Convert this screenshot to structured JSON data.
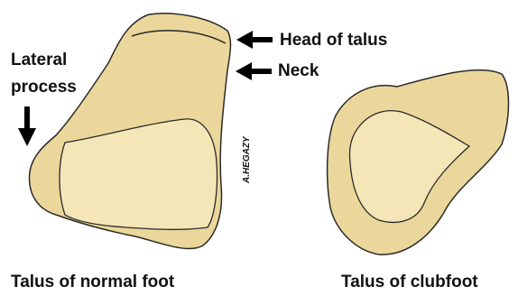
{
  "colors": {
    "bone_fill": "#ebd79b",
    "bone_inner": "#f5e6b8",
    "outline": "#2a2a2a",
    "arrow": "#000000",
    "text": "#111111"
  },
  "labels": {
    "head_of_talus": "Head of talus",
    "neck": "Neck",
    "lateral_process_line1": "Lateral",
    "lateral_process_line2": "process"
  },
  "captions": {
    "normal": "Talus of normal foot",
    "clubfoot": "Talus of clubfoot"
  },
  "signature": "A.HEGAZY"
}
